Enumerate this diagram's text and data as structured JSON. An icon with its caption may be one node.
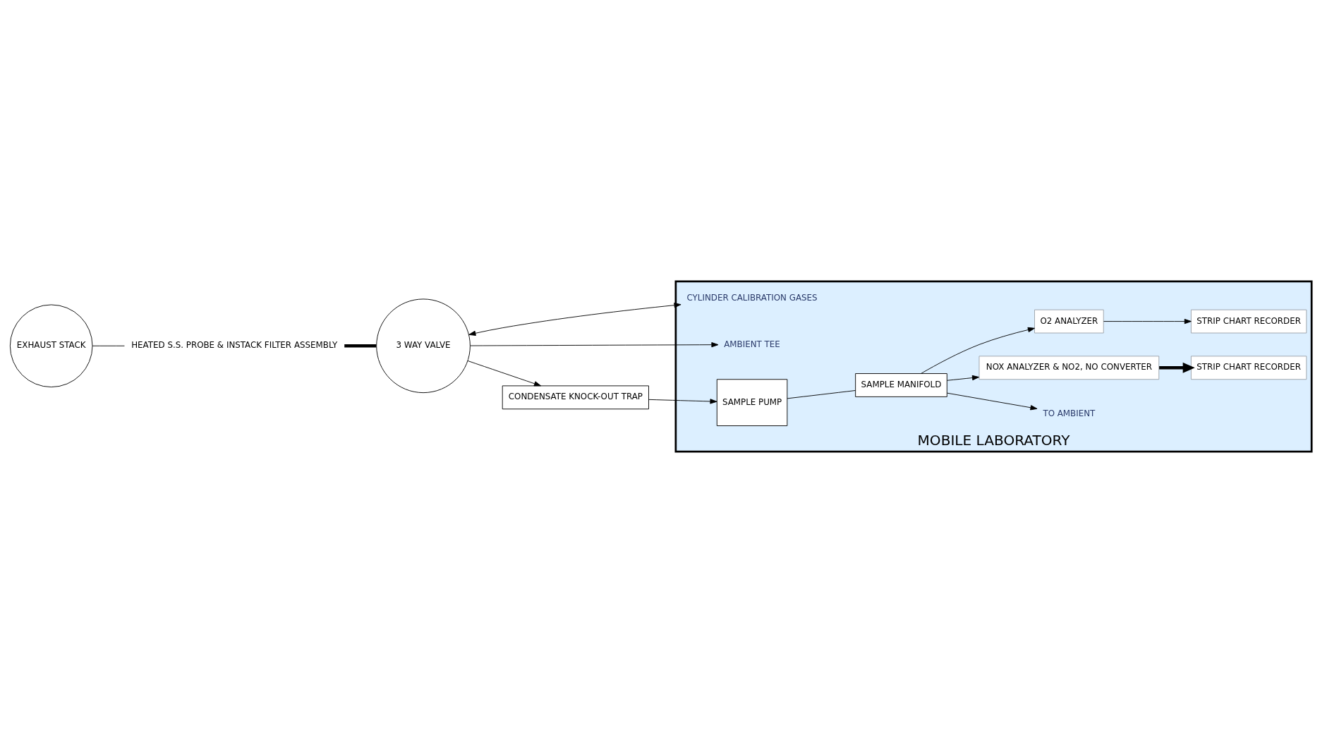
{
  "diagram": {
    "nodes": [
      {
        "text": [
          "MOBILE LABORATORY"
        ]
      },
      {
        "text": [
          "EXHAUST STACK"
        ]
      },
      {
        "text": [
          "HEATED S.S. PROBE & INSTACK FILTER ASSEMBLY"
        ]
      },
      {
        "text": [
          "3 WAY VALVE"
        ]
      },
      {
        "text": [
          "CONDENSATE KNOCK-OUT TRAP"
        ]
      },
      {
        "text": [
          "SAMPLE PUMP"
        ],
        "in": 0
      },
      {
        "text": [
          "SAMPLE MANIFOLD"
        ],
        "in": 0
      },
      {
        "text": [
          "TO AMBIENT"
        ],
        "in": 0
      },
      {
        "text": [
          "NOX ANALYZER & NO2, NO CONVERTER"
        ],
        "in": 0
      },
      {
        "text": [
          "O2 ANALYZER"
        ],
        "in": 0
      },
      {
        "text": [
          "STRIP CHART RECORDER"
        ],
        "in": 0
      },
      {
        "text": [
          "STRIP CHART RECORDER"
        ],
        "in": 0
      },
      {
        "text": [
          "CYLINDER CALIBRATION GASES"
        ],
        "in": 0
      },
      {
        "text": [
          "AMBIENT TEE"
        ],
        "in": 0
      }
    ],
    "edges": [
      {
        "from": 1,
        "to": 2,
        "arrow": "none"
      },
      {
        "from": 2,
        "to": 3,
        "arrow": "none",
        "style": "thick"
      },
      {
        "from": 3,
        "to": 4,
        "arrow": "to"
      },
      {
        "from": 4,
        "to": 5,
        "arrow": "to"
      },
      {
        "from": 5,
        "to": 6,
        "arrow": "none"
      },
      {
        "from": 6,
        "to": 7,
        "arrow": "to"
      },
      {
        "from": 6,
        "to": 8,
        "arrow": "to"
      },
      {
        "from": 6,
        "to": 9,
        "arrow": "to"
      },
      {
        "from": 8,
        "to": 10,
        "arrow": "to",
        "style": "thick"
      },
      {
        "from": 9,
        "to": 11,
        "arrow": "to"
      },
      {
        "from": 3,
        "to": 12,
        "arrow": "both"
      },
      {
        "from": 3,
        "to": 13,
        "arrow": "to"
      }
    ]
  }
}
